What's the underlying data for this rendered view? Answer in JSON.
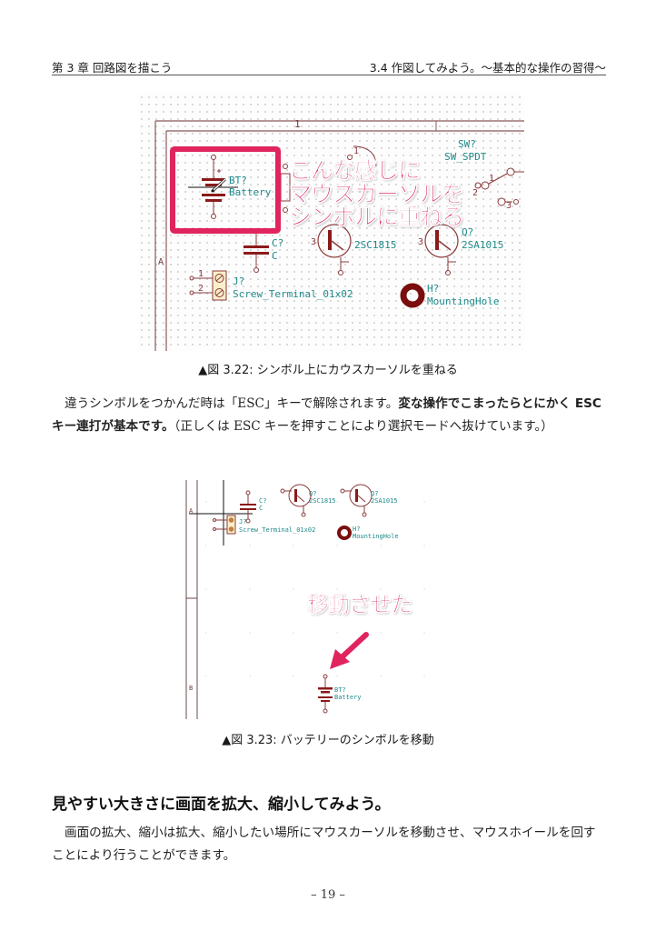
{
  "header": {
    "chapter": "第 3 章 回路図を描こう",
    "section": "3.4 作図してみよう。〜基本的な操作の習得〜"
  },
  "figure1": {
    "caption": "▲図 3.22: シンボル上にカウスカーソルを重ねる",
    "annotation_lines": [
      "こんな感じに",
      "マウスカーソルを",
      "シンボルに重ねる"
    ],
    "border_labels": {
      "column": "1",
      "row": "A"
    },
    "highlight_color": "#e0245e",
    "components": {
      "battery": {
        "ref": "BT?",
        "value": "Battery"
      },
      "capacitor": {
        "ref": "C?",
        "value": "C"
      },
      "switch": {
        "ref": "SW?",
        "value": "SW_SPDT",
        "pins": [
          "1",
          "2",
          "3"
        ]
      },
      "transistor1": {
        "ref": "Q?",
        "value": "2SC1815",
        "pin": "3"
      },
      "transistor2": {
        "ref": "Q?",
        "value": "2SA1015",
        "pin": "3"
      },
      "connector": {
        "ref": "J?",
        "value": "Screw_Terminal_01x02",
        "pins": [
          "1",
          "2"
        ]
      },
      "mounting_hole": {
        "ref": "H?",
        "value": "MountingHole"
      },
      "resistor_pin": "1"
    }
  },
  "paragraph1": {
    "text_normal_1": "違うシンボルをつかんだ時は「ESC」キーで解除されます。",
    "text_bold": "変な操作でこまったらとにかく ESC キー連打が基本です。",
    "text_normal_2": "（正しくは ESC キーを押すことにより選択モードへ抜けています。）"
  },
  "figure2": {
    "caption": "▲図 3.23: バッテリーのシンボルを移動",
    "annotation": "移動させた",
    "border_labels": {
      "row_a": "A",
      "row_b": "B"
    },
    "components": {
      "capacitor": {
        "ref": "C?",
        "value": "C"
      },
      "transistor1": {
        "ref": "Q?",
        "value": "2SC1815"
      },
      "transistor2": {
        "ref": "Q?",
        "value": "2SA1015"
      },
      "connector": {
        "ref": "J?",
        "value": "Screw_Terminal_01x02"
      },
      "mounting_hole": {
        "ref": "H?",
        "value": "MountingHole"
      },
      "battery": {
        "ref": "BT?",
        "value": "Battery"
      }
    }
  },
  "section": {
    "title": "見やすい大きさに画面を拡大、縮小してみよう。",
    "body": "画面の拡大、縮小は拡大、縮小したい場所にマウスカーソルを移動させ、マウスホイールを回すことにより行うことができます。"
  },
  "footer": {
    "page_number": "– 19 –"
  }
}
